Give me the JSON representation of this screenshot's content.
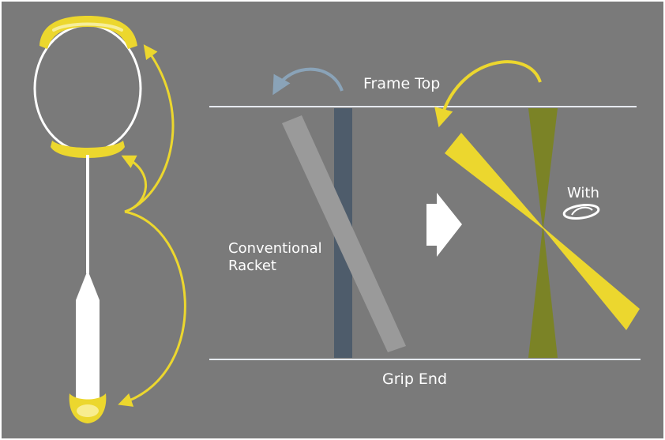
{
  "labels": {
    "frame_top": "Frame Top",
    "grip_end": "Grip End",
    "conventional_line1": "Conventional",
    "conventional_line2": "Racket",
    "with": "With"
  },
  "colors": {
    "background": "#7a7a7a",
    "highlight_yellow": "#ecd72e",
    "arrow_blue": "#8aa3b8",
    "bar_gray": "#9a9a9a",
    "bar_blue": "#4e5c6b",
    "bar_olive": "#7b8326",
    "white": "#ffffff"
  },
  "icons": {
    "logo": "swirl-logo-icon",
    "arrow": "right-arrow-icon"
  }
}
